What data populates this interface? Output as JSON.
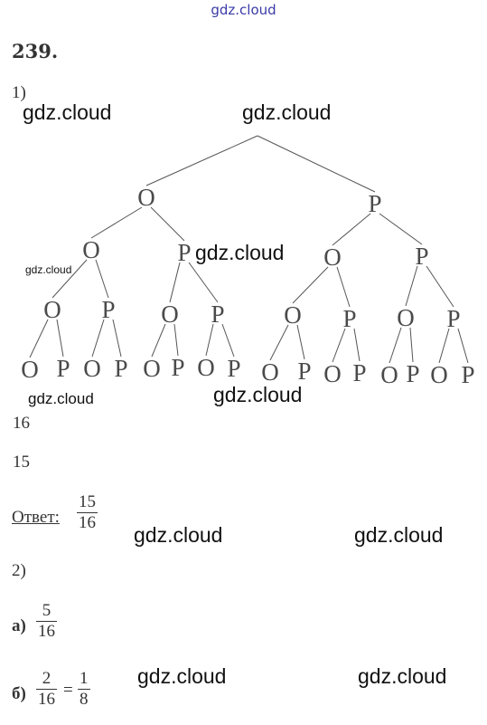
{
  "header": {
    "site": "gdz.cloud"
  },
  "problem": {
    "number": "239.",
    "part1_label": "1)",
    "part2_label": "2)"
  },
  "watermark": "gdz.cloud",
  "tree": {
    "root": "",
    "level1": [
      "O",
      "P"
    ],
    "level2": [
      "O",
      "P",
      "O",
      "P"
    ],
    "level3": [
      "O",
      "P",
      "O",
      "P",
      "O",
      "P",
      "O",
      "P"
    ],
    "level4": [
      "O",
      "P",
      "O",
      "P",
      "O",
      "P",
      "O",
      "P",
      "O",
      "P",
      "O",
      "P",
      "O",
      "P",
      "O",
      "P"
    ]
  },
  "results": {
    "total": "16",
    "favorable": "15",
    "answer_label": "Ответ:",
    "answer_num": "15",
    "answer_den": "16"
  },
  "part2": {
    "a_label": "а)",
    "a_num": "5",
    "a_den": "16",
    "b_label": "б)",
    "b_num1": "2",
    "b_den1": "16",
    "b_eq": "=",
    "b_num2": "1",
    "b_den2": "8"
  }
}
